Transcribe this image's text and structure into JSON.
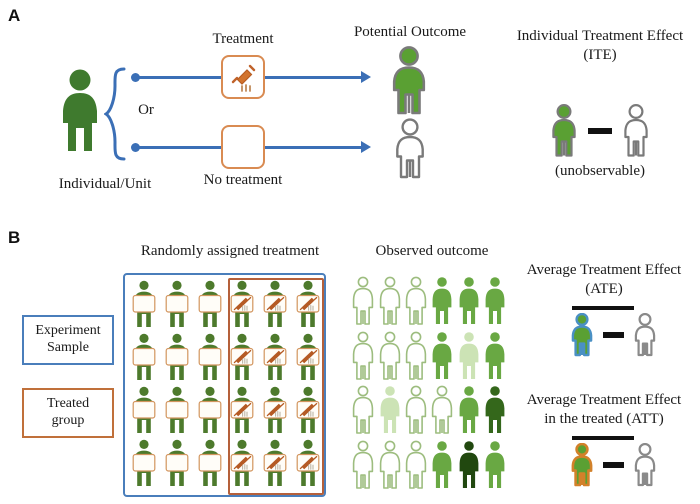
{
  "figure": {
    "panels": [
      {
        "letter": "A"
      },
      {
        "letter": "B"
      }
    ]
  },
  "panel_a": {
    "letter": "A",
    "individual_label": "Individual/Unit",
    "or_label": "Or",
    "treatment_label": "Treatment",
    "no_treatment_label": "No treatment",
    "potential_outcome_label": "Potential Outcome",
    "effect_title_line1": "Individual Treatment Effect",
    "effect_title_line2": "(ITE)",
    "effect_note": "(unobservable)",
    "treatment_icon": "syringe-icon",
    "no_treatment_icon": "empty-box-icon",
    "branch_dot_icon": "branch-node-dot",
    "arrow_icon": "right-arrow-icon",
    "brace_icon": "curly-brace-icon",
    "outcome_treated_icon": "person-filled-green-icon",
    "outcome_control_icon": "person-outline-gray-icon",
    "ite_minuend_icon": "person-filled-green-icon",
    "ite_subtrahend_icon": "person-outline-gray-icon",
    "minus_icon": "minus-sign-icon"
  },
  "panel_b": {
    "letter": "B",
    "assignment_title": "Randomly assigned treatment",
    "outcome_title": "Observed outcome",
    "legend": [
      {
        "label_line1": "Experiment",
        "label_line2": "Sample",
        "color": "#4a7ebb",
        "name": "experiment-sample"
      },
      {
        "label_line1": "Treated",
        "label_line2": "group",
        "color": "#c0703a",
        "name": "treated-group"
      }
    ],
    "ate": {
      "title_line1": "Average Treatment Effect",
      "title_line2": "(ATE)",
      "minuend_icon": "person-green-blue-outline-icon",
      "subtrahend_icon": "person-outline-gray-icon",
      "minus_icon": "minus-sign-icon",
      "overbar_icon": "mean-overbar",
      "minuend_outline_color": "#4a90c4",
      "minuend_fill_color": "#5aa033"
    },
    "att": {
      "title_line1": "Average Treatment Effect",
      "title_line2": "in the treated (ATT)",
      "minuend_icon": "person-green-orange-outline-icon",
      "subtrahend_icon": "person-outline-gray-icon",
      "minus_icon": "minus-sign-icon",
      "overbar_icon": "mean-overbar",
      "minuend_outline_color": "#d2812a",
      "minuend_fill_color": "#5aa033"
    },
    "assignment_grid": {
      "rows": 4,
      "cols": 6,
      "untreated_cols": 3,
      "treated_cols": 3,
      "untreated_icon": "person-card-blank-icon",
      "treated_icon": "person-card-syringe-icon",
      "cells": [
        [
          "blank",
          "blank",
          "blank",
          "syringe",
          "syringe",
          "syringe"
        ],
        [
          "blank",
          "blank",
          "blank",
          "syringe",
          "syringe",
          "syringe"
        ],
        [
          "blank",
          "blank",
          "blank",
          "syringe",
          "syringe",
          "syringe"
        ],
        [
          "blank",
          "blank",
          "blank",
          "syringe",
          "syringe",
          "syringe"
        ]
      ]
    },
    "outcome_grid": {
      "rows": 4,
      "cols": 6,
      "shade_legend": {
        "outline": "#a9c48b",
        "pale": "#c8e0b0",
        "mid": "#6aa845",
        "strong": "#5a9e32",
        "dark": "#2e5d16"
      },
      "cells": [
        [
          "outline",
          "outline",
          "outline",
          "mid",
          "mid",
          "mid"
        ],
        [
          "outline",
          "outline",
          "outline",
          "mid",
          "pale",
          "mid"
        ],
        [
          "outline",
          "pale",
          "outline",
          "outline",
          "mid",
          "dark"
        ],
        [
          "outline",
          "outline",
          "outline",
          "mid",
          "darkest",
          "mid"
        ]
      ]
    }
  }
}
